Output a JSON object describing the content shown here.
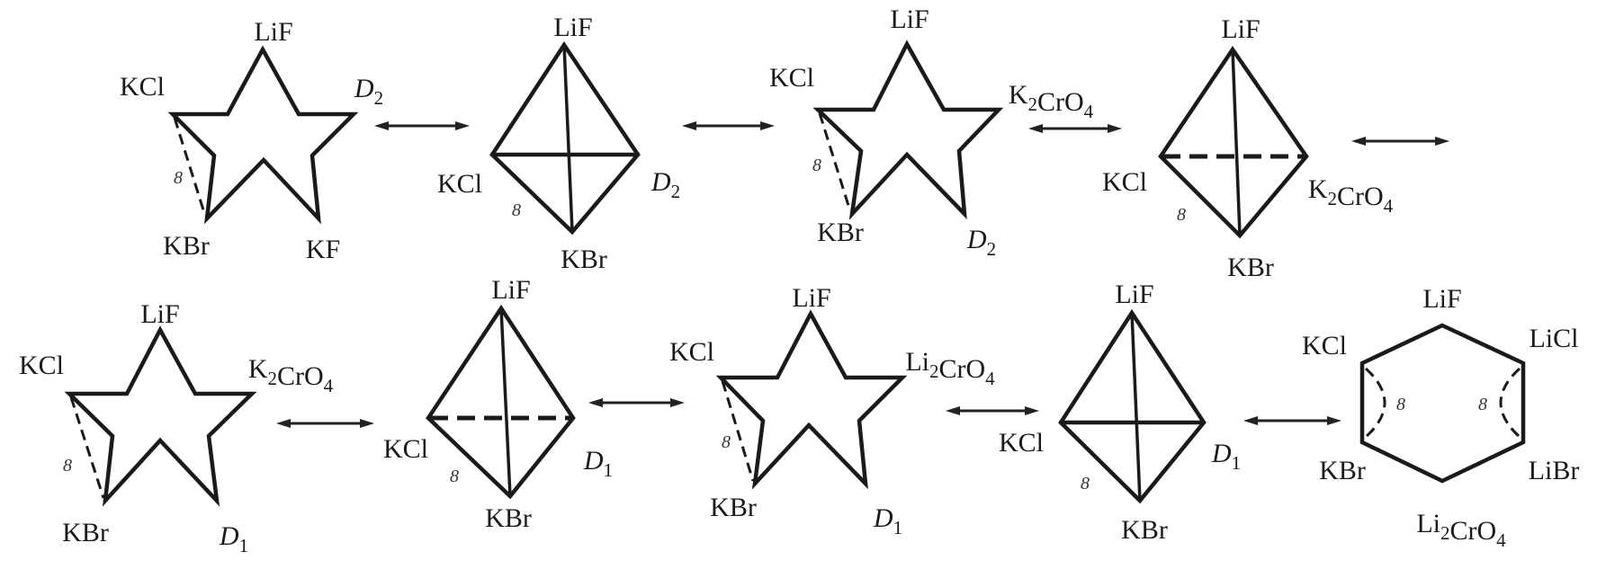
{
  "marker": "8",
  "figures": [
    {
      "shape": "star",
      "labels": {
        "top": "LiF",
        "left": "KCl",
        "right": "D2",
        "bottom_left": "KBr",
        "bottom_right": "KF"
      }
    },
    {
      "shape": "diamond",
      "labels": {
        "top": "LiF",
        "left": "KCl",
        "right": "D2",
        "bottom": "KBr"
      }
    },
    {
      "shape": "star",
      "labels": {
        "top": "LiF",
        "left": "KCl",
        "right": "K2CrO4",
        "bottom_left": "KBr",
        "bottom_right": "D2"
      }
    },
    {
      "shape": "diamond",
      "labels": {
        "top": "LiF",
        "left": "KCl",
        "right": "K2CrO4",
        "bottom": "KBr"
      }
    },
    {
      "shape": "star",
      "labels": {
        "top": "LiF",
        "left": "KCl",
        "right": "K2CrO4",
        "bottom_left": "KBr",
        "bottom_right": "D1"
      }
    },
    {
      "shape": "diamond",
      "labels": {
        "top": "LiF",
        "left": "KCl",
        "right": "D1",
        "bottom": "KBr"
      }
    },
    {
      "shape": "star",
      "labels": {
        "top": "LiF",
        "left": "KCl",
        "right": "Li2CrO4",
        "bottom_left": "KBr",
        "bottom_right": "D1"
      }
    },
    {
      "shape": "diamond",
      "labels": {
        "top": "LiF",
        "left": "KCl",
        "right": "D1",
        "bottom": "KBr"
      }
    },
    {
      "shape": "hexagon",
      "labels": {
        "top": "LiF",
        "upper_left": "KCl",
        "upper_right": "LiCl",
        "lower_left": "KBr",
        "lower_right": "LiBr",
        "bottom": "Li2CrO4"
      }
    }
  ]
}
